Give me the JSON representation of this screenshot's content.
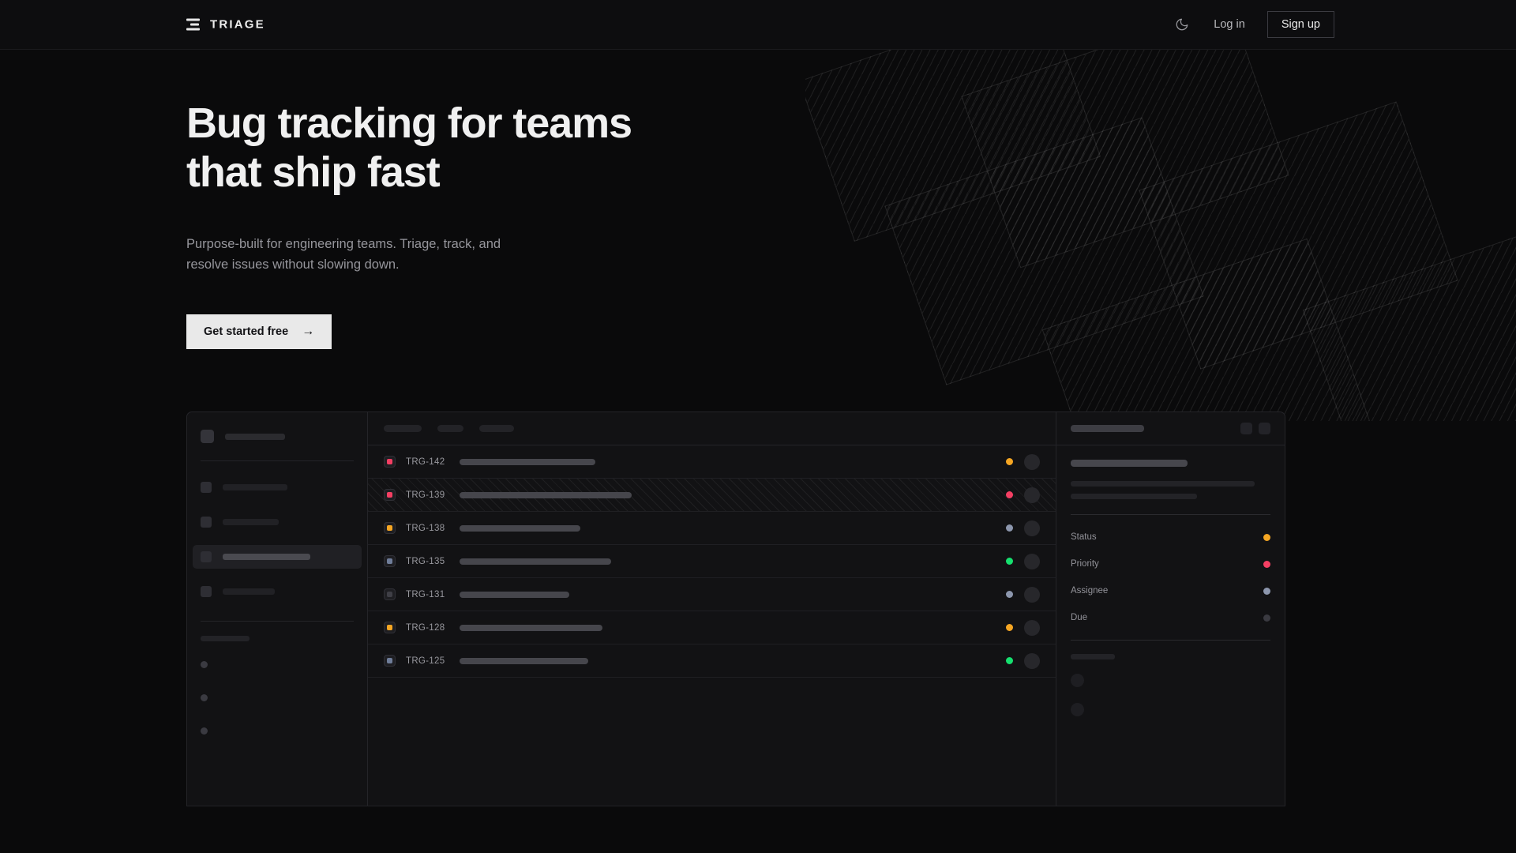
{
  "brand": {
    "name": "TRIAGE",
    "logo_icon": "stacked-bars-icon"
  },
  "header": {
    "theme_toggle_icon": "moon-icon",
    "login_label": "Log in",
    "signup_label": "Sign up"
  },
  "hero": {
    "title": "Bug tracking for teams\nthat ship fast",
    "subtitle": "Purpose-built for engineering teams. Triage, track, and\nresolve issues without slowing down.",
    "cta_label": "Get started free",
    "cta_arrow": "→",
    "decor_name": "striped-panels-graphic"
  },
  "colors": {
    "page_bg": "#0a0a0b",
    "surface": "#121214",
    "border": "#242428",
    "accent_amber": "#f5a623",
    "accent_pink": "#f43f63",
    "accent_slate": "#8c96ad",
    "accent_green": "#16e06f",
    "accent_gray": "#3a3a41",
    "cta_bg": "#e9e9e9"
  },
  "app_mock": {
    "sidebar": {
      "workspace_placeholder_width": 76,
      "nav_items": [
        {
          "label_width": 82,
          "active": false
        },
        {
          "label_width": 71,
          "active": false
        },
        {
          "label_width": 111,
          "active": true
        },
        {
          "label_width": 66,
          "active": false
        }
      ],
      "footer_items": 3
    },
    "list": {
      "toolbar_pills": [
        48,
        33,
        44
      ],
      "rows": [
        {
          "id": "TRG-142",
          "priority_color": "#f43f63",
          "status_color": "#f5a623",
          "title_width": 172,
          "selected": false
        },
        {
          "id": "TRG-139",
          "priority_color": "#f43f63",
          "status_color": "#f43f63",
          "title_width": 218,
          "selected": true
        },
        {
          "id": "TRG-138",
          "priority_color": "#f5a623",
          "status_color": "#8c96ad",
          "title_width": 153,
          "selected": false
        },
        {
          "id": "TRG-135",
          "priority_color": "#6f7d99",
          "status_color": "#16e06f",
          "title_width": 192,
          "selected": false
        },
        {
          "id": "TRG-131",
          "priority_color": "#3f3f46",
          "status_color": "#8c96ad",
          "title_width": 139,
          "selected": false
        },
        {
          "id": "TRG-128",
          "priority_color": "#f5a623",
          "status_color": "#f5a623",
          "title_width": 181,
          "selected": false
        },
        {
          "id": "TRG-125",
          "priority_color": "#6f7d99",
          "status_color": "#16e06f",
          "title_width": 163,
          "selected": false
        }
      ]
    },
    "detail": {
      "header_buttons": 2,
      "body_lines": [
        233,
        160
      ],
      "meta": [
        {
          "label": "Status",
          "color": "#f5a623"
        },
        {
          "label": "Priority",
          "color": "#f43f63"
        },
        {
          "label": "Assignee",
          "color": "#8c96ad"
        },
        {
          "label": "Due",
          "color": "#3a3a41"
        }
      ],
      "activity_items": 2
    }
  }
}
